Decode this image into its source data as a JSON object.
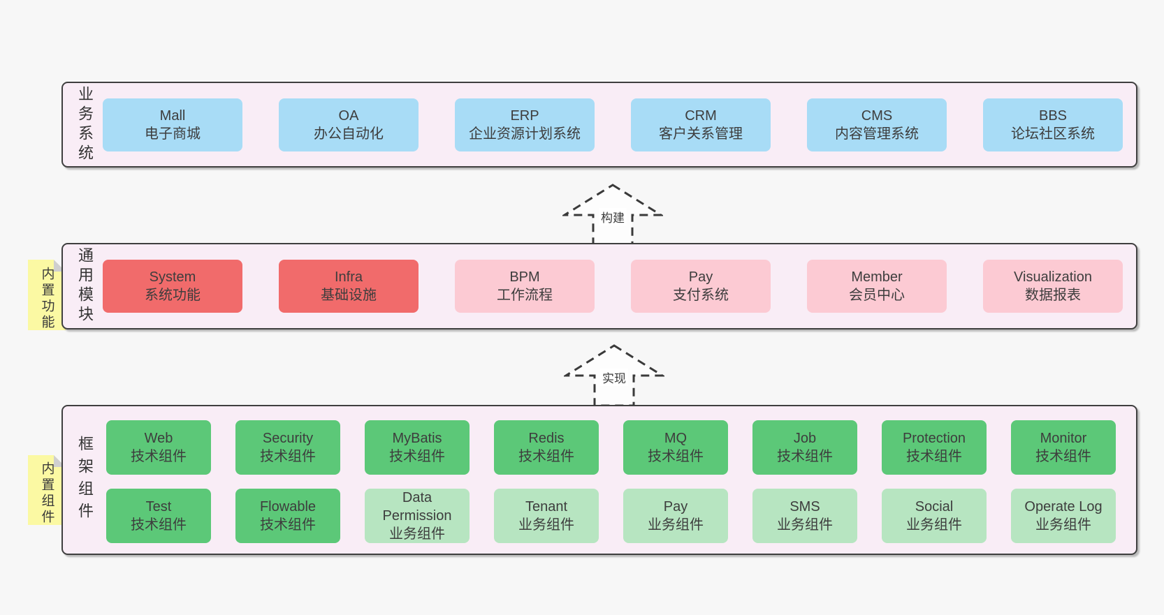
{
  "page": {
    "background": "#f7f7f7"
  },
  "colors": {
    "container_bg": "#f9edf6",
    "container_border": "#3f3f3f",
    "box_blue": "#a8dcf6",
    "box_red": "#f16b6b",
    "box_pink": "#fccad3",
    "box_green": "#5cc878",
    "box_light_green": "#b7e5c1",
    "note_yellow": "#fbf9a3",
    "note_fold_gray": "#cfcfcf",
    "text": "#3d3d3d",
    "arrow_stroke": "#3a3a3a"
  },
  "arrows": [
    {
      "label": "构建"
    },
    {
      "label": "实现"
    }
  ],
  "layers": {
    "business": {
      "label": "业务系统",
      "boxes": [
        {
          "title": "Mall",
          "subtitle": "电子商城"
        },
        {
          "title": "OA",
          "subtitle": "办公自动化"
        },
        {
          "title": "ERP",
          "subtitle": "企业资源计划系统"
        },
        {
          "title": "CRM",
          "subtitle": "客户关系管理"
        },
        {
          "title": "CMS",
          "subtitle": "内容管理系统"
        },
        {
          "title": "BBS",
          "subtitle": "论坛社区系统"
        }
      ]
    },
    "modules": {
      "label": "通用模块",
      "note": "内置功能",
      "boxes": [
        {
          "title": "System",
          "subtitle": "系统功能"
        },
        {
          "title": "Infra",
          "subtitle": "基础设施"
        },
        {
          "title": "BPM",
          "subtitle": "工作流程"
        },
        {
          "title": "Pay",
          "subtitle": "支付系统"
        },
        {
          "title": "Member",
          "subtitle": "会员中心"
        },
        {
          "title": "Visualization",
          "subtitle": "数据报表"
        }
      ]
    },
    "framework": {
      "label": "框架组件",
      "note": "内置组件",
      "rows": [
        [
          {
            "title": "Web",
            "subtitle": "技术组件"
          },
          {
            "title": "Security",
            "subtitle": "技术组件"
          },
          {
            "title": "MyBatis",
            "subtitle": "技术组件"
          },
          {
            "title": "Redis",
            "subtitle": "技术组件"
          },
          {
            "title": "MQ",
            "subtitle": "技术组件"
          },
          {
            "title": "Job",
            "subtitle": "技术组件"
          },
          {
            "title": "Protection",
            "subtitle": "技术组件"
          },
          {
            "title": "Monitor",
            "subtitle": "技术组件"
          }
        ],
        [
          {
            "title": "Test",
            "subtitle": "技术组件"
          },
          {
            "title": "Flowable",
            "subtitle": "技术组件"
          },
          {
            "title": "Data Permission",
            "subtitle": "业务组件"
          },
          {
            "title": "Tenant",
            "subtitle": "业务组件"
          },
          {
            "title": "Pay",
            "subtitle": "业务组件"
          },
          {
            "title": "SMS",
            "subtitle": "业务组件"
          },
          {
            "title": "Social",
            "subtitle": "业务组件"
          },
          {
            "title": "Operate Log",
            "subtitle": "业务组件"
          }
        ]
      ]
    }
  }
}
